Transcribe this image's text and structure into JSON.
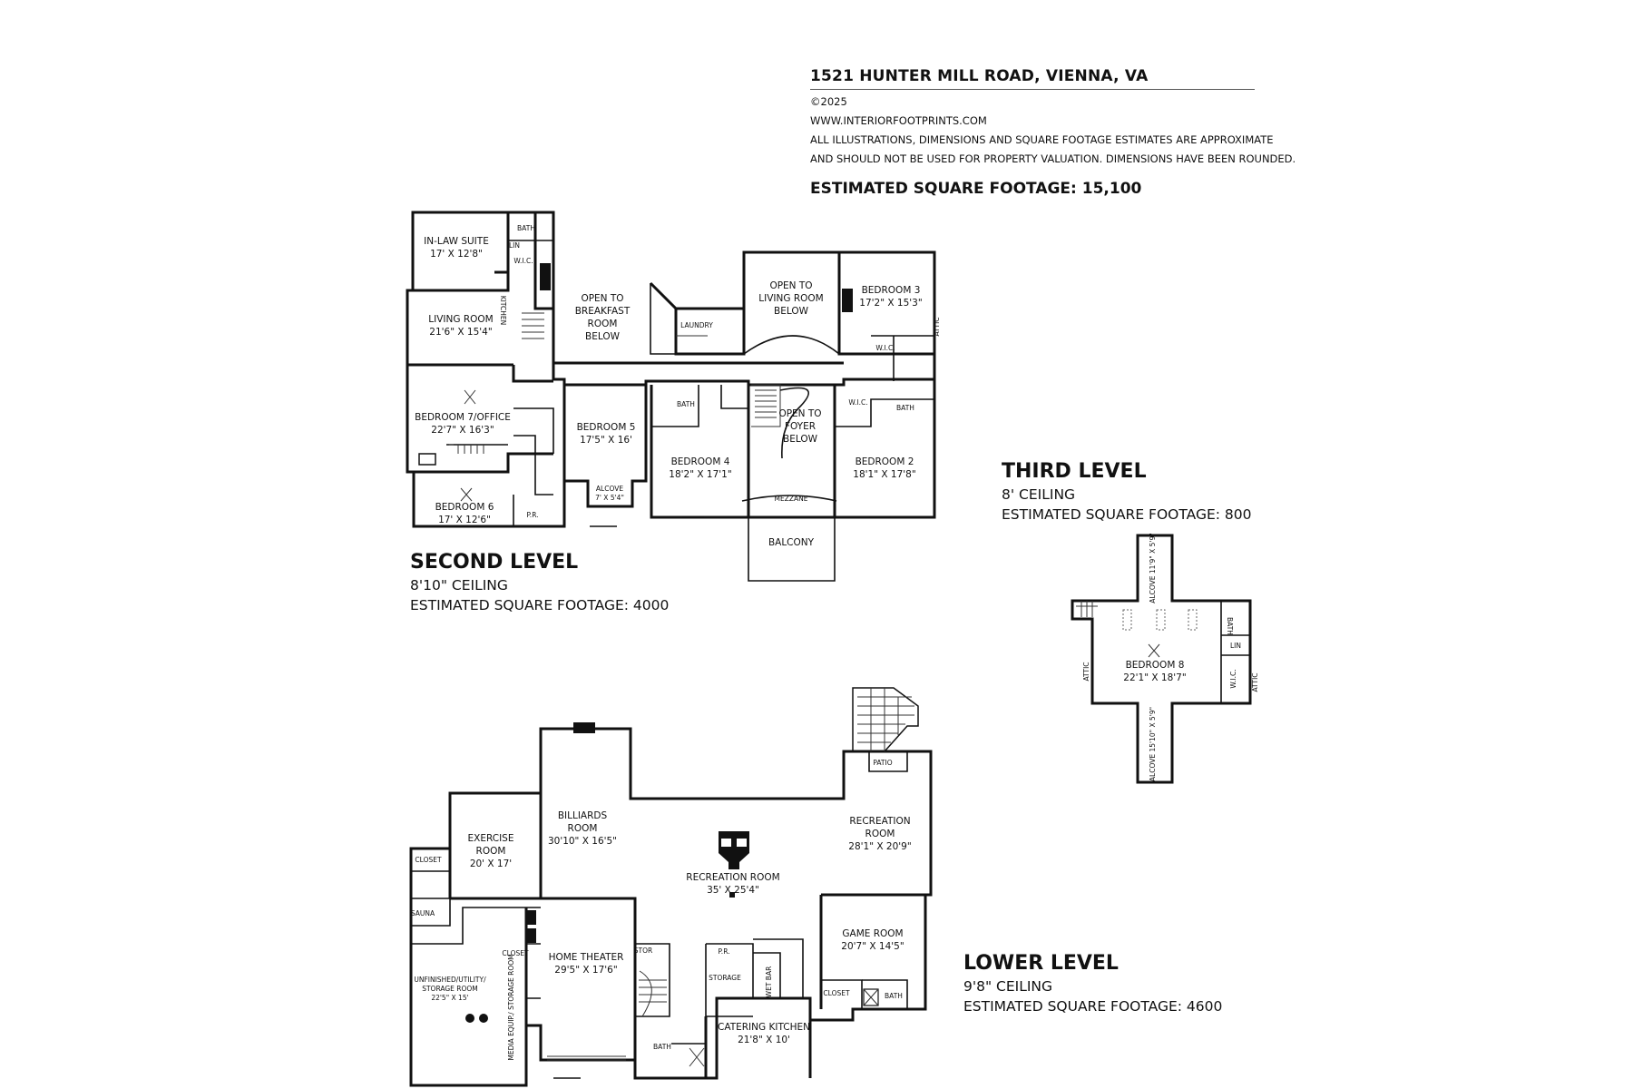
{
  "header": {
    "address": "1521 HUNTER MILL ROAD, VIENNA, VA",
    "copyright": "©2025",
    "website": "WWW.INTERIORFOOTPRINTS.COM",
    "disclaimer_1": "ALL ILLUSTRATIONS, DIMENSIONS AND SQUARE FOOTAGE ESTIMATES ARE APPROXIMATE",
    "disclaimer_2": "AND  SHOULD NOT BE USED FOR PROPERTY VALUATION. DIMENSIONS HAVE BEEN ROUNDED.",
    "total_sqft": "ESTIMATED SQUARE FOOTAGE: 15,100"
  },
  "second_level": {
    "name": "SECOND LEVEL",
    "ceiling": "8'10\" CEILING",
    "sqft": "ESTIMATED SQUARE FOOTAGE: 4000",
    "rooms": {
      "inlaw": {
        "name": "IN-LAW SUITE",
        "dim": "17' X 12'8\""
      },
      "living": {
        "name": "LIVING ROOM",
        "dim": "21'6\" X 15'4\""
      },
      "bed7": {
        "name": "BEDROOM 7/OFFICE",
        "dim": "22'7\" X 16'3\""
      },
      "bed6": {
        "name": "BEDROOM 6",
        "dim": "17' X 12'6\""
      },
      "bed5": {
        "name": "BEDROOM 5",
        "dim": "17'5\" X 16'"
      },
      "alcove": {
        "name": "ALCOVE",
        "dim": "7' X 5'4\""
      },
      "bed4": {
        "name": "BEDROOM 4",
        "dim": "18'2\" X 17'1\""
      },
      "bed3": {
        "name": "BEDROOM 3",
        "dim": "17'2\" X 15'3\""
      },
      "bed2": {
        "name": "BEDROOM 2",
        "dim": "18'1\" X 17'8\""
      },
      "open_breakfast": [
        "OPEN TO",
        "BREAKFAST",
        "ROOM",
        "BELOW"
      ],
      "open_living": [
        "OPEN TO",
        "LIVING ROOM",
        "BELOW"
      ],
      "open_foyer": [
        "OPEN TO",
        "FOYER",
        "BELOW"
      ],
      "balcony": "BALCONY",
      "mezzanine": "MEZZANE",
      "laundry": "LAUNDRY",
      "bath": "BATH",
      "wic": "W.I.C.",
      "lin": "LIN",
      "pr": "P.R.",
      "kitchen": "KITCHEN",
      "attic": "ATTIC"
    }
  },
  "third_level": {
    "name": "THIRD LEVEL",
    "ceiling": "8' CEILING",
    "sqft": "ESTIMATED SQUARE FOOTAGE: 800",
    "rooms": {
      "bed8": {
        "name": "BEDROOM 8",
        "dim": "22'1\" X 18'7\""
      },
      "alcove_top": "ALCOVE 11'9\" X 5'9\"",
      "alcove_bottom": "ALCOVE 15'10\" X 5'9\"",
      "bath": "BATH",
      "lin": "LIN",
      "wic": "W.I.C.",
      "attic": "ATTIC"
    }
  },
  "lower_level": {
    "name": "LOWER LEVEL",
    "ceiling": "9'8\" CEILING",
    "sqft": "ESTIMATED SQUARE FOOTAGE: 4600",
    "rooms": {
      "billiards": {
        "name": "BILLIARDS",
        "name2": "ROOM",
        "dim": "30'10\" X 16'5\""
      },
      "exercise": {
        "name": "EXERCISE",
        "name2": "ROOM",
        "dim": "20' X 17'"
      },
      "rec_right": {
        "name": "RECREATION",
        "name2": "ROOM",
        "dim": "28'1\" X 20'9\""
      },
      "rec_main": {
        "name": "RECREATION ROOM",
        "dim": "35' X 25'4\""
      },
      "game": {
        "name": "GAME ROOM",
        "dim": "20'7\" X 14'5\""
      },
      "theater": {
        "name": "HOME THEATER",
        "dim": "29'5\" X 17'6\""
      },
      "utility": {
        "name": "UNFINISHED/UTILITY/",
        "name2": "STORAGE ROOM",
        "dim": "22'5\" X 15'"
      },
      "catering": {
        "name": "CATERING KITCHEN",
        "dim": "21'8\" X 10'"
      },
      "media": "MEDIA EQUIP./ STORAGE ROOM",
      "closet": "CLOSET",
      "sauna": "SAUNA",
      "patio": "PATIO",
      "pr": "P.R.",
      "storage": "STORAGE",
      "stor": "STOR",
      "wet_bar": "WET BAR",
      "bath": "BATH"
    }
  }
}
